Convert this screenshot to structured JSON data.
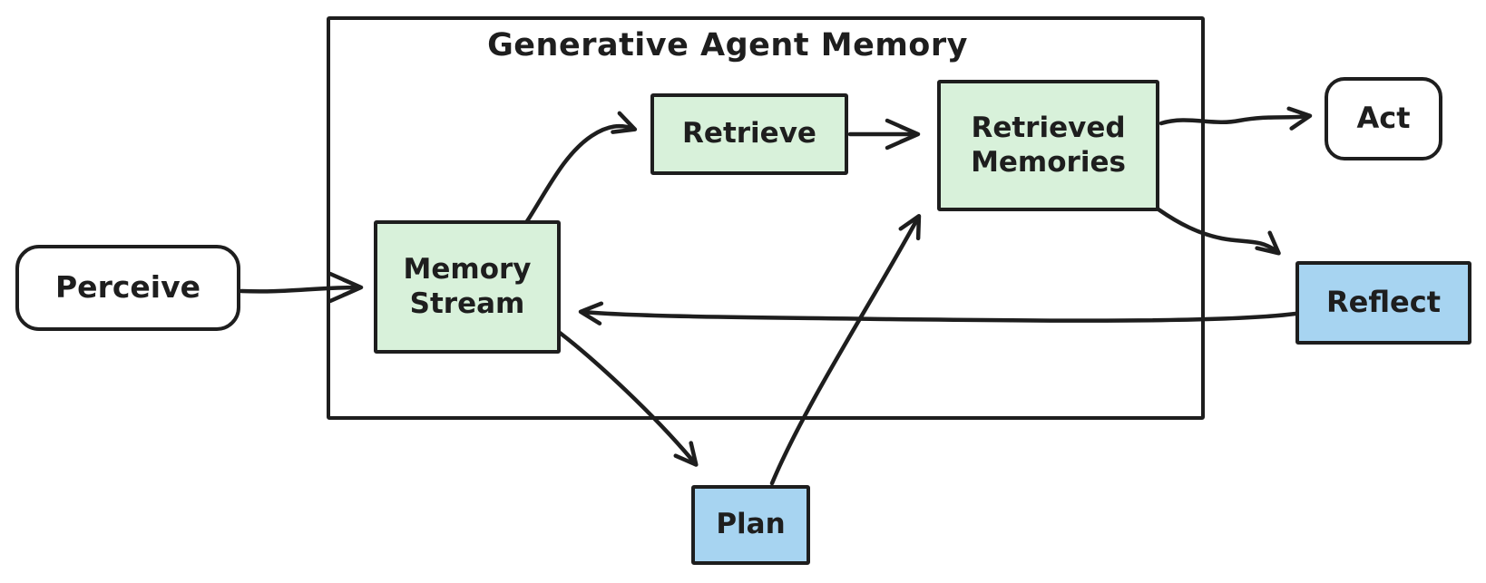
{
  "diagram": {
    "container_title": "Generative Agent Memory"
  },
  "colors": {
    "stroke": "#1e1e1e",
    "green_fill": "#d8f1da",
    "blue_fill": "#a7d4f1",
    "white_fill": "#ffffff",
    "background": "#ffffff"
  },
  "nodes": {
    "perceive": {
      "label": "Perceive",
      "shape": "rounded-rectangle",
      "fill": "white"
    },
    "memory_stream": {
      "label": "Memory Stream",
      "shape": "rectangle",
      "fill": "green"
    },
    "retrieve": {
      "label": "Retrieve",
      "shape": "rectangle",
      "fill": "green"
    },
    "retrieved_memories": {
      "label": "Retrieved Memories",
      "shape": "rectangle",
      "fill": "green"
    },
    "act": {
      "label": "Act",
      "shape": "rounded-rectangle",
      "fill": "white"
    },
    "reflect": {
      "label": "Reflect",
      "shape": "rectangle",
      "fill": "blue"
    },
    "plan": {
      "label": "Plan",
      "shape": "rectangle",
      "fill": "blue"
    }
  },
  "edges": [
    {
      "from": "Perceive",
      "to": "Memory Stream"
    },
    {
      "from": "Memory Stream",
      "to": "Retrieve"
    },
    {
      "from": "Retrieve",
      "to": "Retrieved Memories"
    },
    {
      "from": "Retrieved Memories",
      "to": "Act"
    },
    {
      "from": "Retrieved Memories",
      "to": "Reflect"
    },
    {
      "from": "Reflect",
      "to": "Memory Stream"
    },
    {
      "from": "Memory Stream",
      "to": "Plan"
    },
    {
      "from": "Plan",
      "to": "Retrieved Memories"
    }
  ]
}
